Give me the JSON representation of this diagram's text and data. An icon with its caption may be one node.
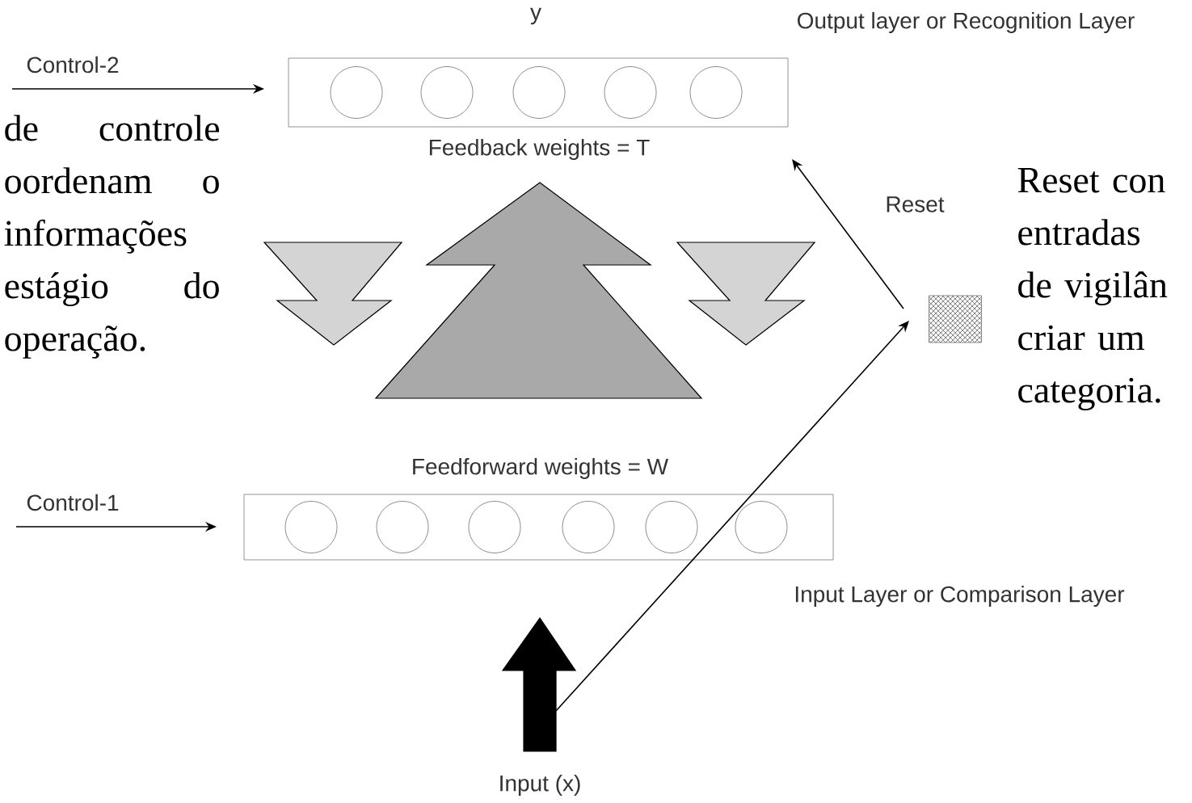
{
  "diagram": {
    "nodes": [
      {
        "text": [
          "Output layer or Recognition Layer"
        ]
      },
      {
        "text": [],
        "shape": "circle",
        "in": 0
      },
      {
        "text": [],
        "shape": "circle",
        "in": 0
      },
      {
        "text": [],
        "shape": "circle",
        "in": 0
      },
      {
        "text": [],
        "shape": "circle",
        "in": 0
      },
      {
        "text": [],
        "shape": "circle",
        "in": 0
      },
      {
        "text": [
          "Input Layer or Comparison Layer"
        ]
      },
      {
        "text": [],
        "shape": "circle",
        "in": 6
      },
      {
        "text": [],
        "shape": "circle",
        "in": 6
      },
      {
        "text": [],
        "shape": "circle",
        "in": 6
      },
      {
        "text": [],
        "shape": "circle",
        "in": 6
      },
      {
        "text": [],
        "shape": "circle",
        "in": 6
      },
      {
        "text": [],
        "shape": "circle",
        "in": 6
      },
      {
        "text": [
          "Control-2"
        ]
      },
      {
        "text": [
          "Control-1"
        ]
      },
      {
        "text": [],
        "shape": "box"
      },
      {
        "text": [
          "Input (x)"
        ]
      }
    ],
    "edges": [
      {
        "from": 13,
        "to": 0,
        "arrow": "to"
      },
      {
        "from": 14,
        "to": 6,
        "arrow": "to"
      },
      {
        "from": 15,
        "to": 0,
        "arrow": "to",
        "label": "Reset"
      },
      {
        "from": 16,
        "to": 15,
        "arrow": "to"
      },
      {
        "from": 16,
        "to": 6,
        "arrow": "to",
        "style": "thick"
      },
      {
        "from": 6,
        "to": 0,
        "arrow": "to",
        "style": "thick",
        "color": "#a9a9a9"
      }
    ],
    "labels": [
      "y",
      "Feedback weights = T",
      "Feedforward weights = W",
      "de controle oordenam o informações estágio do operação.",
      "Reset con entradas de vigilân criar um categoria."
    ]
  }
}
